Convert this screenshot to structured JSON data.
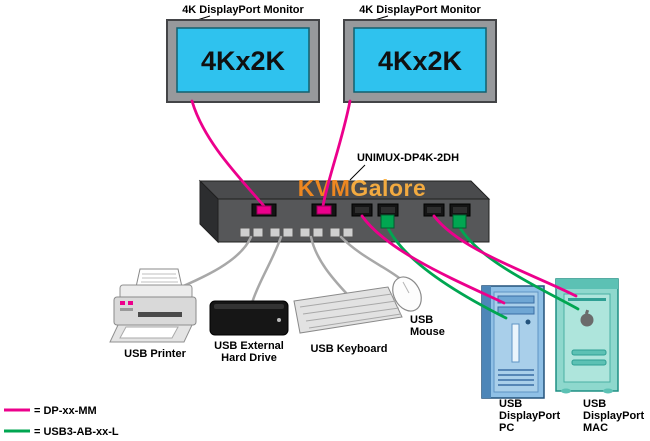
{
  "monitors": {
    "left_label": "4K DisplayPort Monitor",
    "right_label": "4K DisplayPort Monitor",
    "screen_text": "4Kx2K"
  },
  "switch": {
    "model": "UNIMUX-DP4K-2DH",
    "watermark_kvm": "KVM",
    "watermark_galore": "Galore"
  },
  "devices": {
    "printer_label": "USB Printer",
    "hdd_label_line1": "USB External",
    "hdd_label_line2": "Hard Drive",
    "keyboard_label": "USB Keyboard",
    "mouse_label_line1": "USB",
    "mouse_label_line2": "Mouse",
    "pc_label_line1": "USB",
    "pc_label_line2": "DisplayPort",
    "pc_label_line3": "PC",
    "mac_label_line1": "USB",
    "mac_label_line2": "DisplayPort",
    "mac_label_line3": "MAC"
  },
  "legend": {
    "dp_label": "= DP-xx-MM",
    "usb_label": "= USB3-AB-xx-L"
  },
  "colors": {
    "dp_cable": "#ec008c",
    "usb_cable": "#00a651",
    "peripheral_cable": "#a8a8a8",
    "monitor_screen": "#2fc2ee"
  }
}
